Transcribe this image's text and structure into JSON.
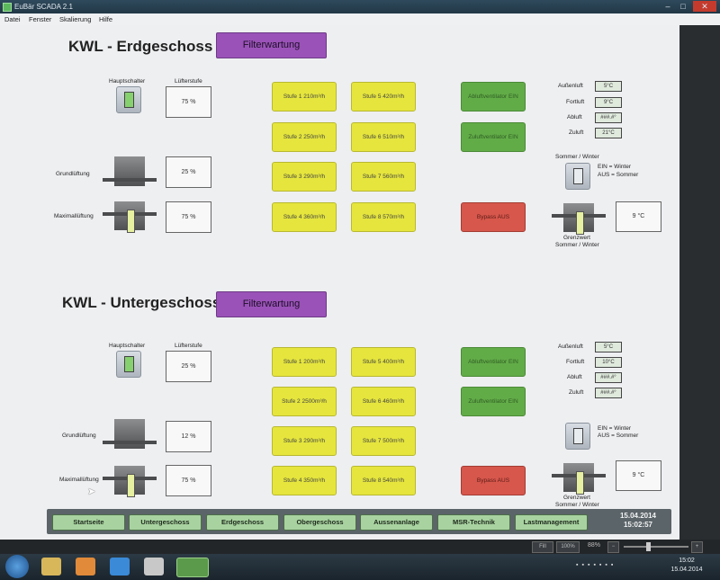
{
  "window": {
    "title": "EuBär SCADA 2.1"
  },
  "menu": [
    "Datei",
    "Fenster",
    "Skalierung",
    "Hilfe"
  ],
  "sections": [
    {
      "title": "KWL - Erdgeschoss",
      "filter_label": "Filterwartung",
      "hauptschalter": "Hauptschalter",
      "luefterstufe": "Lüfterstufe",
      "luefterstufe_value": "75 %",
      "grund_label": "Grundlüftung",
      "grund_value": "25 %",
      "max_label": "Maximallüftung",
      "max_value": "75 %",
      "stufen": [
        "Stufe 1 210m³/h",
        "Stufe 2 250m³/h",
        "Stufe 3 290m³/h",
        "Stufe 4 360m³/h",
        "Stufe 5 420m³/h",
        "Stufe 6 510m³/h",
        "Stufe 7 560m³/h",
        "Stufe 8 570m³/h"
      ],
      "status": [
        "Abluftventilator EIN",
        "Zuluftventilator EIN",
        "Bypass AUS"
      ],
      "temps": [
        {
          "label": "Außenluft",
          "value": "5°C"
        },
        {
          "label": "Fortluft",
          "value": "9°C"
        },
        {
          "label": "Abluft",
          "value": "###.#°"
        },
        {
          "label": "Zuluft",
          "value": "21°C"
        }
      ],
      "season_label": "Sommer / Winter",
      "season_legend": [
        "EIN = Winter",
        "AUS = Sommer"
      ],
      "grenzwert_value": "9 °C",
      "grenzwert_label": [
        "Grenzwert",
        "Sommer / Winter"
      ]
    },
    {
      "title": "KWL - Untergeschoss",
      "filter_label": "Filterwartung",
      "hauptschalter": "Hauptschalter",
      "luefterstufe": "Lüfterstufe",
      "luefterstufe_value": "25 %",
      "grund_label": "Grundlüftung",
      "grund_value": "12 %",
      "max_label": "Maximallüftung",
      "max_value": "75 %",
      "stufen": [
        "Stufe 1 200m³/h",
        "Stufe 2 2500m³/h",
        "Stufe 3 290m³/h",
        "Stufe 4 350m³/h",
        "Stufe 5 400m³/h",
        "Stufe 6 460m³/h",
        "Stufe 7 500m³/h",
        "Stufe 8 540m³/h"
      ],
      "status": [
        "Abluftventilator EIN",
        "Zuluftventilator EIN",
        "Bypass AUS"
      ],
      "temps": [
        {
          "label": "Außenluft",
          "value": "5°C"
        },
        {
          "label": "Fortluft",
          "value": "10°C"
        },
        {
          "label": "Abluft",
          "value": "###.#°"
        },
        {
          "label": "Zuluft",
          "value": "###.#°"
        }
      ],
      "season_legend": [
        "EIN = Winter",
        "AUS = Sommer"
      ],
      "grenzwert_value": "9 °C",
      "grenzwert_label": [
        "Grenzwert",
        "Sommer / Winter"
      ]
    }
  ],
  "nav": [
    "Startseite",
    "Untergeschoss",
    "Erdgeschoss",
    "Obergeschoss",
    "Aussenanlage",
    "MSR-Technik",
    "Lastmanagement"
  ],
  "datetime": {
    "date": "15.04.2014",
    "time": "15:02:57"
  },
  "statusbar": {
    "fill": "Fill",
    "zoom100": "100%",
    "zoom": "88%"
  },
  "taskbar": {
    "time": "15:02",
    "date": "15.04.2014"
  }
}
